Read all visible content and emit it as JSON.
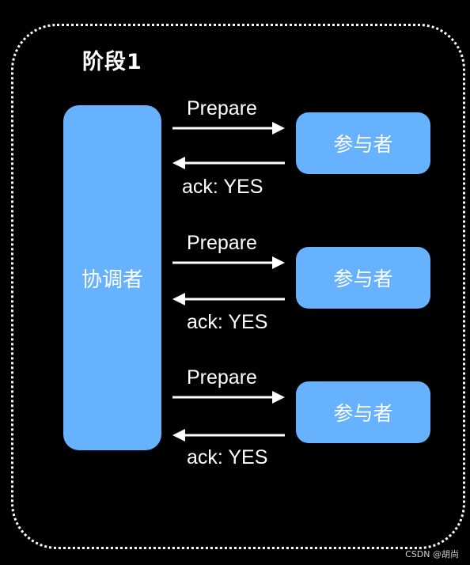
{
  "stage": {
    "title": "阶段1"
  },
  "coordinator": {
    "label": "协调者"
  },
  "participants": [
    {
      "label": "参与者",
      "request": "Prepare",
      "response": "ack: YES"
    },
    {
      "label": "参与者",
      "request": "Prepare",
      "response": "ack: YES"
    },
    {
      "label": "参与者",
      "request": "Prepare",
      "response": "ack: YES"
    }
  ],
  "colors": {
    "box_fill": "#66b2ff",
    "background": "#000000",
    "text": "#ffffff"
  },
  "watermark": "CSDN @胡尚"
}
